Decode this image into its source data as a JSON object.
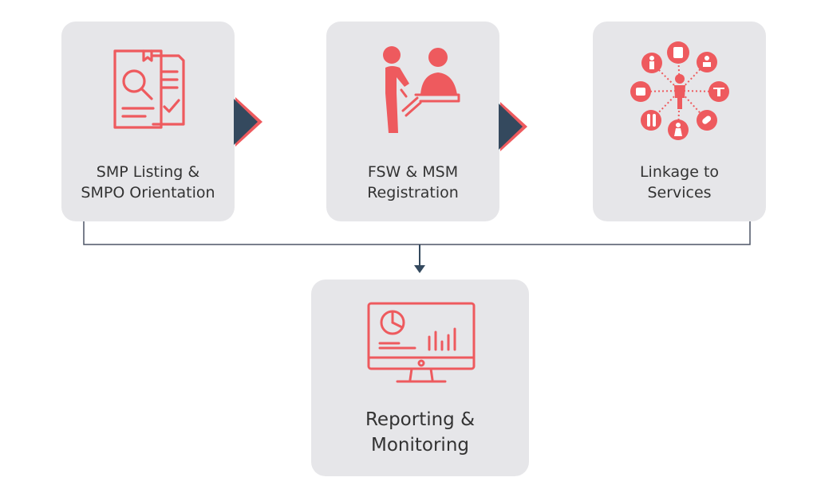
{
  "steps": [
    {
      "label": "SMP Listing &\nSMPO Orientation",
      "icon": "document-search-icon"
    },
    {
      "label": "FSW & MSM\nRegistration",
      "icon": "registration-desk-icon"
    },
    {
      "label": "Linkage to\nServices",
      "icon": "service-network-icon"
    }
  ],
  "final_step": {
    "label": "Reporting &\nMonitoring",
    "icon": "monitor-chart-icon"
  },
  "colors": {
    "accent": "#ee5a5e",
    "card_bg": "#e6e6e9",
    "arrow": "#34495e",
    "connector": "#4d5566",
    "text": "#333333"
  }
}
